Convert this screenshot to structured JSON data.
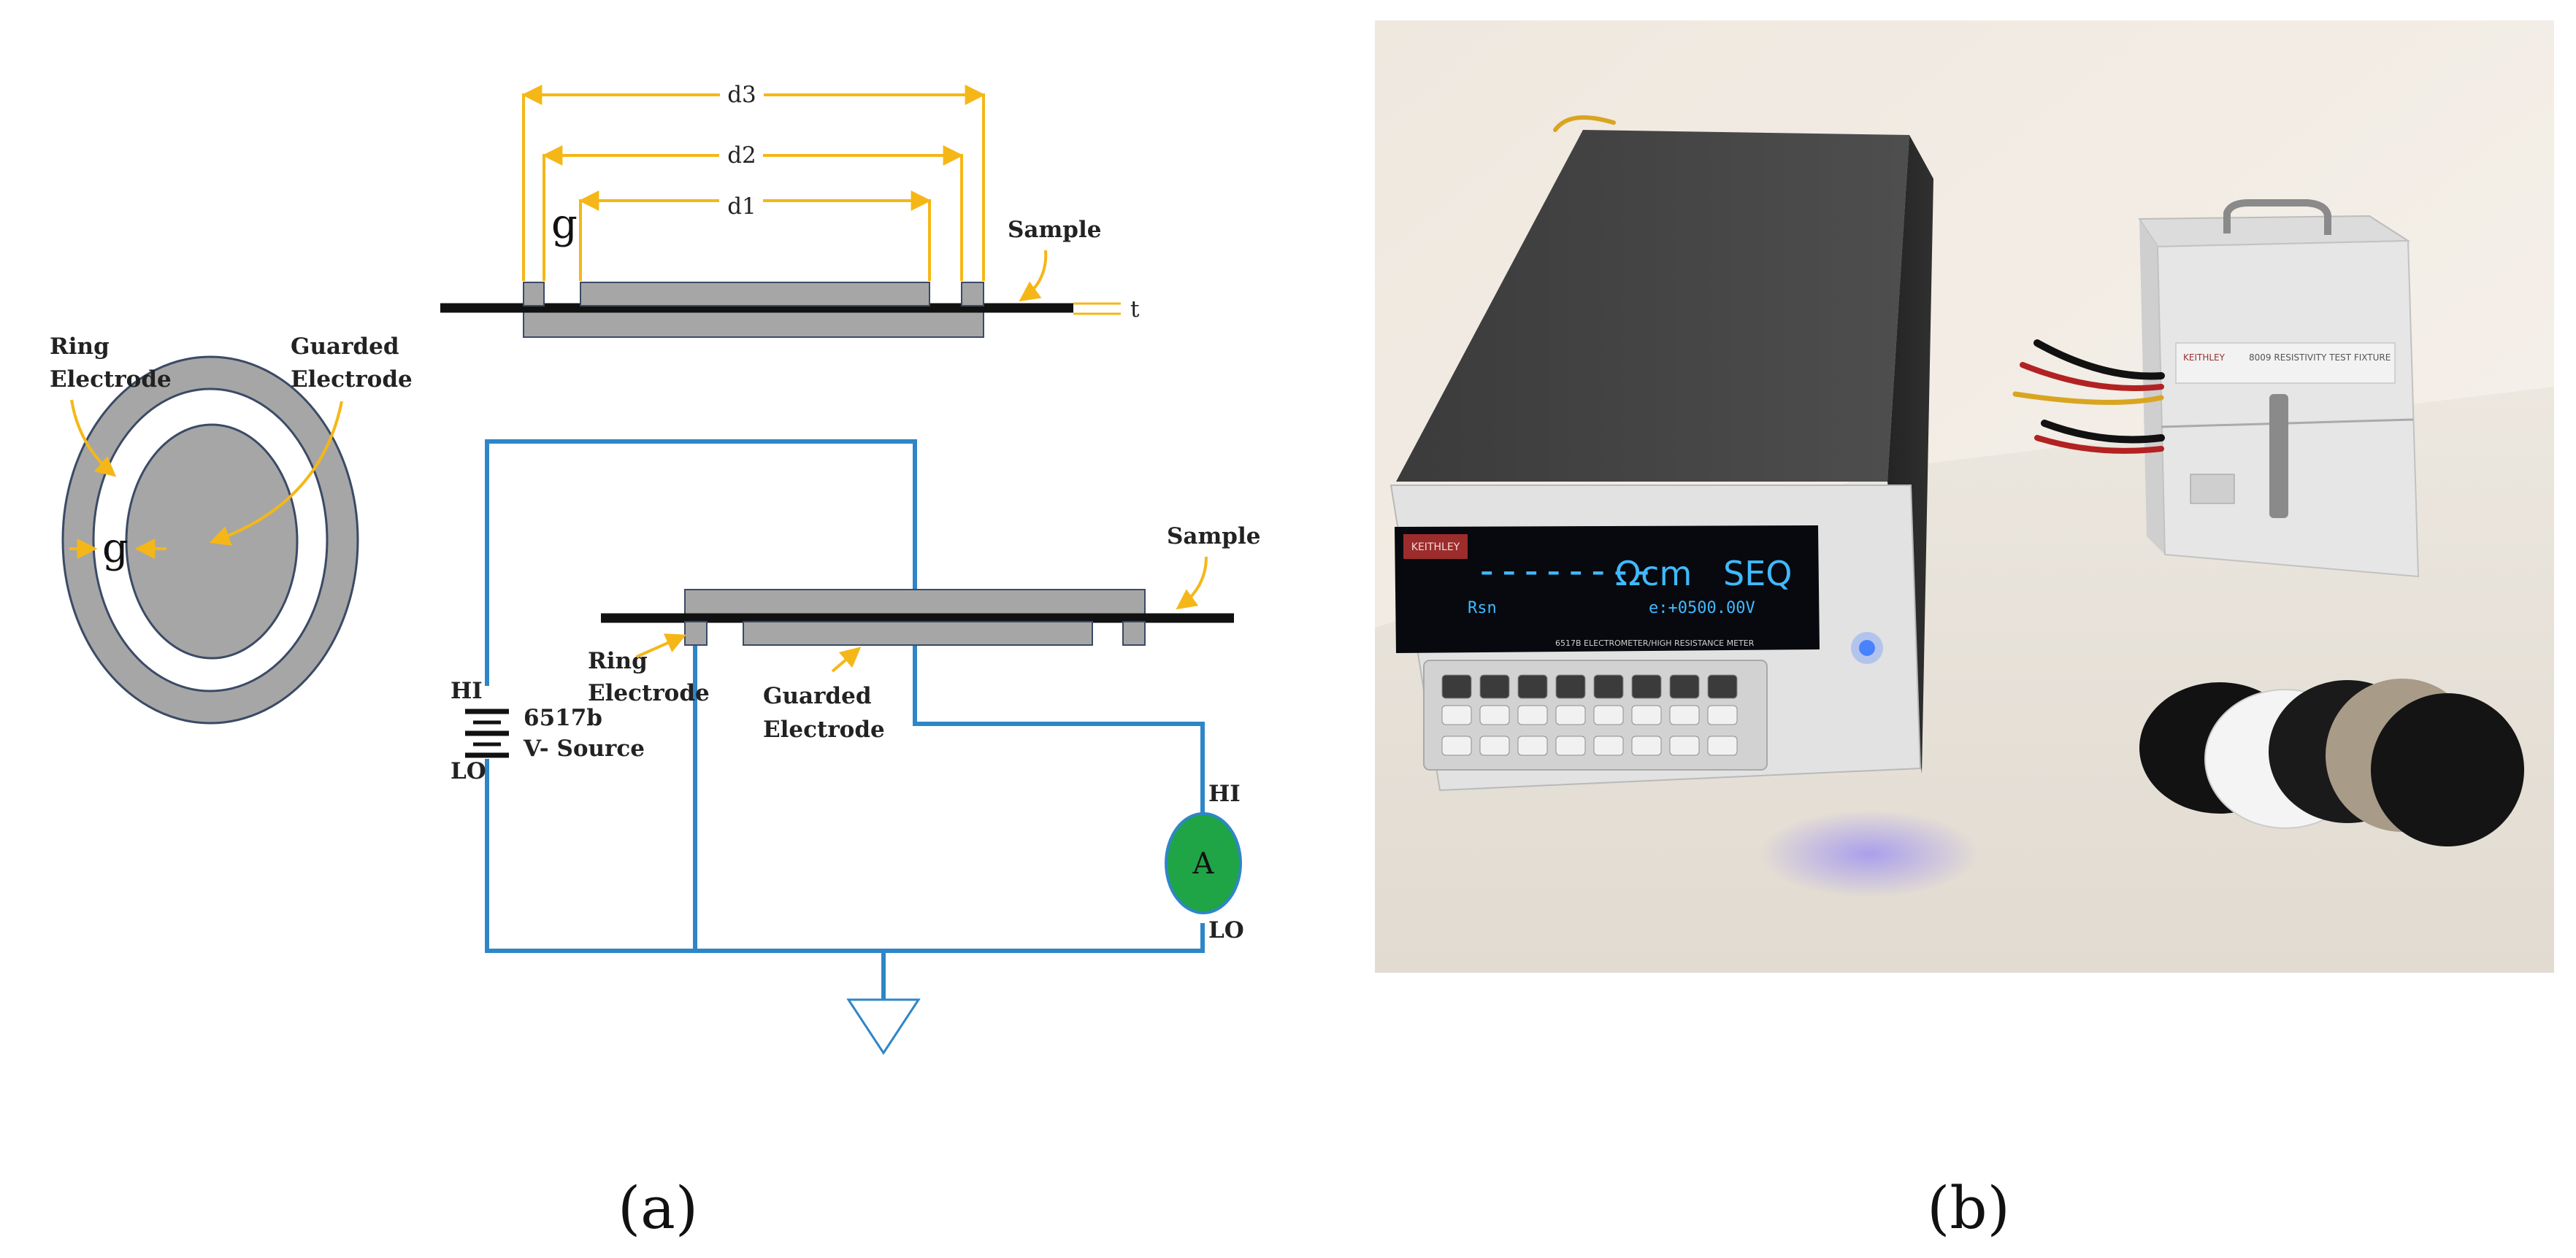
{
  "captions": {
    "a": "(a)",
    "b": "(b)"
  },
  "colors": {
    "dimension_lines": "#F5B718",
    "wires": "#2E86C8",
    "electrode_fill": "#A6A6A6",
    "sample": "#111111",
    "ammeter": "#1FA446"
  },
  "top_view": {
    "ring_label": [
      "Ring",
      "Electrode"
    ],
    "guarded_label": [
      "Guarded",
      "Electrode"
    ],
    "gap_label": "g"
  },
  "cross_section": {
    "d3": "d3",
    "d2": "d2",
    "d1": "d1",
    "gap": "g",
    "sample": "Sample",
    "thickness": "t"
  },
  "circuit": {
    "sample": "Sample",
    "ring_label": [
      "Ring",
      "Electrode"
    ],
    "guarded_label": [
      "Guarded",
      "Electrode"
    ],
    "source_hi": "HI",
    "source_lo": "LO",
    "source_label": [
      "6517b",
      "V- Source"
    ],
    "ammeter_symbol": "A",
    "ammeter_hi": "HI",
    "ammeter_lo": "LO"
  },
  "photo": {
    "meter_brand": "KEITHLEY",
    "display_main": "--------",
    "display_unit": "Ωcm",
    "display_seq": "SEQ",
    "display_sub": "Rsn",
    "display_value": "e:+0500.00V",
    "model_text": "6517B ELECTROMETER/HIGH RESISTANCE METER",
    "fixture_label": "8009 RESISTIVITY TEST FIXTURE",
    "fixture_brand": "KEITHLEY"
  }
}
